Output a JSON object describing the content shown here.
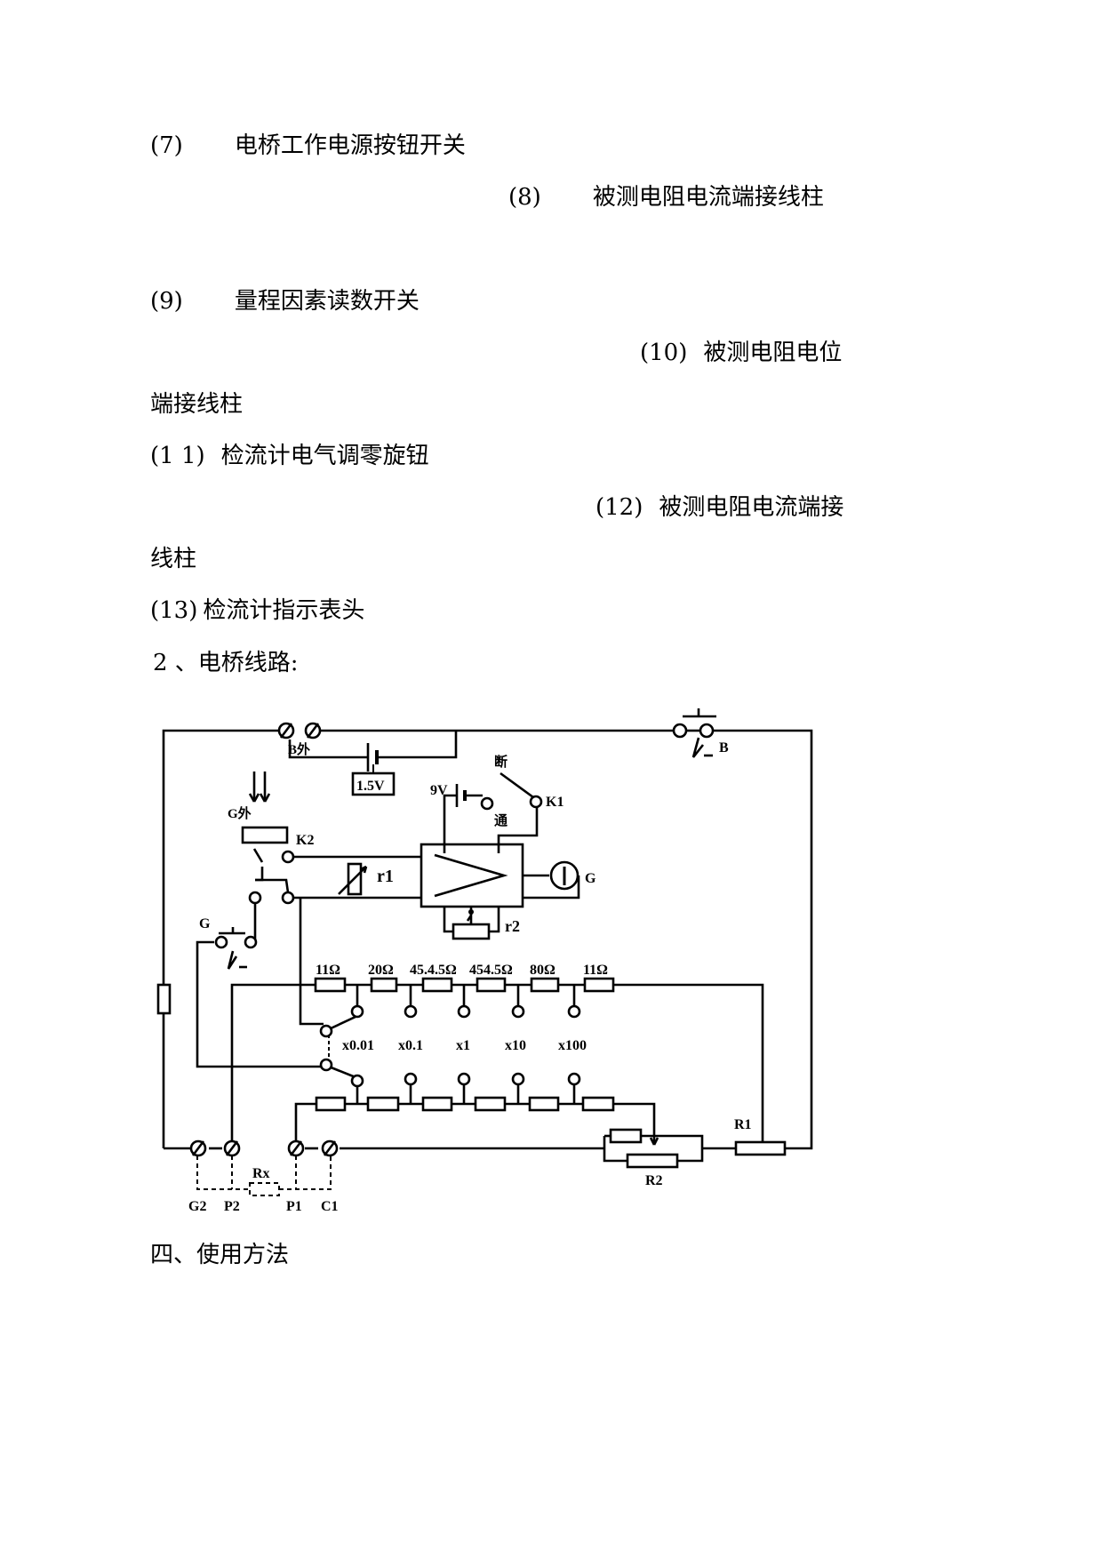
{
  "items": [
    {
      "num": "(7)",
      "text": "电桥工作电源按钮开关"
    },
    {
      "num": "(8)",
      "text": "被测电阻电流端接线柱"
    },
    {
      "num": "(9)",
      "text": "量程因素读数开关"
    },
    {
      "num": "(10)",
      "text": "被测电阻电位",
      "cont": "端接线柱"
    },
    {
      "num": "(1 1)",
      "text": "检流计电气调零旋钮"
    },
    {
      "num": "(12)",
      "text": "被测电阻电流端接",
      "cont": "线柱"
    },
    {
      "num": "(13)",
      "text": "检流计指示表头"
    }
  ],
  "section_bridge": "2 、电桥线路:",
  "section_usage": "四、使用方法",
  "diagram": {
    "labels": {
      "b_ext": "B外",
      "battery": "1.5V",
      "b": "B",
      "off": "断",
      "nine_v": "9V",
      "on": "通",
      "k1": "K1",
      "g_ext": "G外",
      "k2": "K2",
      "r1_small": "r1",
      "g_meter": "G",
      "r2_small": "r2",
      "g_button": "G",
      "big_r1": "R1",
      "big_r2": "R2",
      "rx": "Rx",
      "g2": "G2",
      "p2": "P2",
      "p1": "P1",
      "c1": "C1"
    },
    "resistors": [
      "11Ω",
      "20Ω",
      "45.4.5Ω",
      "454.5Ω",
      "80Ω",
      "11Ω"
    ],
    "ranges": [
      "x0.01",
      "x0.1",
      "x1",
      "x10",
      "x100"
    ]
  }
}
